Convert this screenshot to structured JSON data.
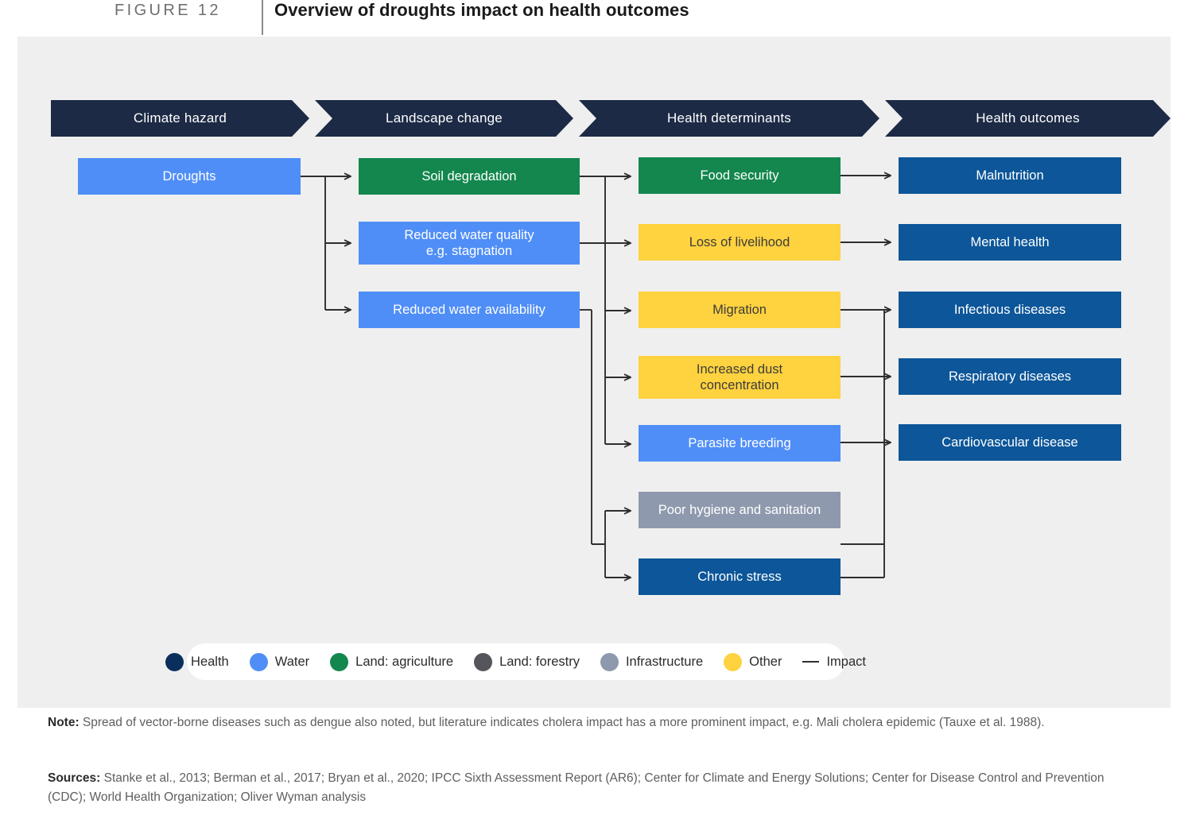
{
  "header": {
    "figure_label": "FIGURE 12",
    "title": "Overview of droughts impact on health outcomes"
  },
  "columns": [
    {
      "id": "climate-hazard",
      "label": "Climate hazard"
    },
    {
      "id": "landscape-change",
      "label": "Landscape change"
    },
    {
      "id": "health-determinants",
      "label": "Health determinants"
    },
    {
      "id": "health-outcomes",
      "label": "Health outcomes"
    }
  ],
  "nodes": {
    "droughts": {
      "label": "Droughts",
      "color": "#4f8ef7",
      "text": "light",
      "category": "Water"
    },
    "soil_degradation": {
      "label": "Soil degradation",
      "color": "#13874e",
      "text": "light",
      "category": "Land: agriculture"
    },
    "reduced_water_quality": {
      "label": "Reduced water quality\ne.g. stagnation",
      "line1": "Reduced water quality",
      "line2": "e.g. stagnation",
      "color": "#4f8ef7",
      "text": "light",
      "category": "Water"
    },
    "reduced_water_availability": {
      "label": "Reduced water availability",
      "color": "#4f8ef7",
      "text": "light",
      "category": "Water"
    },
    "food_security": {
      "label": "Food security",
      "color": "#13874e",
      "text": "light",
      "category": "Land: agriculture"
    },
    "loss_of_livelihood": {
      "label": "Loss of livelihood",
      "color": "#ffd23f",
      "text": "dark",
      "category": "Other"
    },
    "migration": {
      "label": "Migration",
      "color": "#ffd23f",
      "text": "dark",
      "category": "Other"
    },
    "increased_dust": {
      "label": "Increased dust\nconcentration",
      "line1": "Increased dust",
      "line2": "concentration",
      "color": "#ffd23f",
      "text": "dark",
      "category": "Other"
    },
    "parasite_breeding": {
      "label": "Parasite breeding",
      "color": "#4f8ef7",
      "text": "light",
      "category": "Water"
    },
    "poor_hygiene": {
      "label": "Poor hygiene and sanitation",
      "color": "#8e99ad",
      "text": "light",
      "category": "Infrastructure"
    },
    "chronic_stress": {
      "label": "Chronic stress",
      "color": "#0c5699",
      "text": "light",
      "category": "Health"
    },
    "malnutrition": {
      "label": "Malnutrition",
      "color": "#0c5699",
      "text": "light",
      "category": "Health"
    },
    "mental_health": {
      "label": "Mental health",
      "color": "#0c5699",
      "text": "light",
      "category": "Health"
    },
    "infectious_diseases": {
      "label": "Infectious diseases",
      "color": "#0c5699",
      "text": "light",
      "category": "Health"
    },
    "respiratory_diseases": {
      "label": "Respiratory diseases",
      "color": "#0c5699",
      "text": "light",
      "category": "Health"
    },
    "cardiovascular_disease": {
      "label": "Cardiovascular disease",
      "color": "#0c5699",
      "text": "light",
      "category": "Health"
    }
  },
  "legend": [
    {
      "label": "Health",
      "color": "#0b2f5c",
      "shape": "dot"
    },
    {
      "label": "Water",
      "color": "#4f8ef7",
      "shape": "dot"
    },
    {
      "label": "Land: agriculture",
      "color": "#13874e",
      "shape": "dot"
    },
    {
      "label": "Land: forestry",
      "color": "#55565b",
      "shape": "dot"
    },
    {
      "label": "Infrastructure",
      "color": "#8e99ad",
      "shape": "dot"
    },
    {
      "label": "Other",
      "color": "#ffd23f",
      "shape": "dot"
    },
    {
      "label": "Impact",
      "color": "#2e2e2e",
      "shape": "line"
    }
  ],
  "footnotes": {
    "note_label": "Note:",
    "note_text": " Spread of vector-borne diseases such as dengue also noted, but literature indicates cholera impact has a more prominent impact, e.g. Mali cholera epidemic (Tauxe et al. 1988).",
    "sources_label": "Sources:",
    "sources_text": " Stanke et al., 2013; Berman et al., 2017; Bryan et al., 2020; IPCC Sixth Assessment Report (AR6); Center for Climate and Energy Solutions; Center for Disease Control and Prevention (CDC); World Health Organization; Oliver Wyman analysis"
  },
  "flows": [
    {
      "from": "droughts",
      "to": "soil_degradation"
    },
    {
      "from": "droughts",
      "to": "reduced_water_quality"
    },
    {
      "from": "droughts",
      "to": "reduced_water_availability"
    },
    {
      "from": "soil_degradation",
      "to": "food_security"
    },
    {
      "from": "reduced_water_quality",
      "to": "loss_of_livelihood"
    },
    {
      "from": "soil_degradation",
      "to": "migration"
    },
    {
      "from": "soil_degradation",
      "to": "increased_dust"
    },
    {
      "from": "soil_degradation",
      "to": "parasite_breeding"
    },
    {
      "from": "reduced_water_availability",
      "to": "poor_hygiene"
    },
    {
      "from": "reduced_water_availability",
      "to": "chronic_stress"
    },
    {
      "from": "food_security",
      "to": "malnutrition"
    },
    {
      "from": "loss_of_livelihood",
      "to": "mental_health"
    },
    {
      "from": "migration",
      "to": "infectious_diseases"
    },
    {
      "from": "increased_dust",
      "to": "respiratory_diseases"
    },
    {
      "from": "parasite_breeding",
      "to": "cardiovascular_disease"
    },
    {
      "from": "poor_hygiene",
      "to": "infectious_diseases"
    },
    {
      "from": "chronic_stress",
      "to": "infectious_diseases"
    }
  ]
}
